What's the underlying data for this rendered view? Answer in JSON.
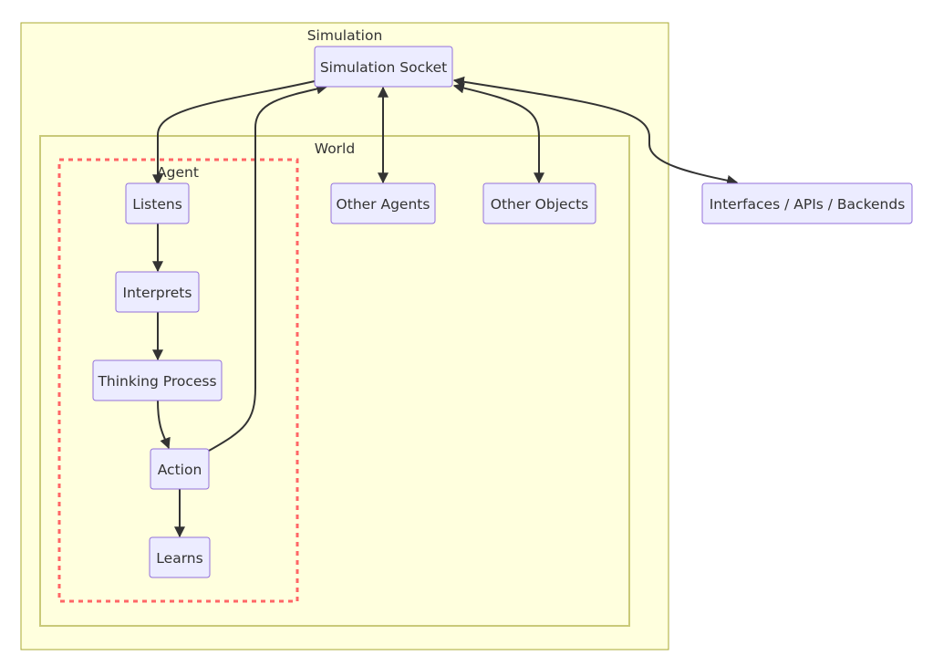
{
  "clusters": {
    "simulation": "Simulation",
    "world": "World",
    "agent": "Agent"
  },
  "nodes": {
    "socket": "Simulation Socket",
    "listens": "Listens",
    "interprets": "Interprets",
    "thinking": "Thinking Process",
    "action": "Action",
    "learns": "Learns",
    "other_agents": "Other Agents",
    "other_objects": "Other Objects",
    "interfaces": "Interfaces / APIs / Backends"
  },
  "colors": {
    "node_fill": "#ececff",
    "node_border": "#9370db",
    "cluster_fill": "#ffffde",
    "cluster_border": "#aaaa33",
    "agent_border": "#ff6666",
    "edge": "#333333"
  }
}
